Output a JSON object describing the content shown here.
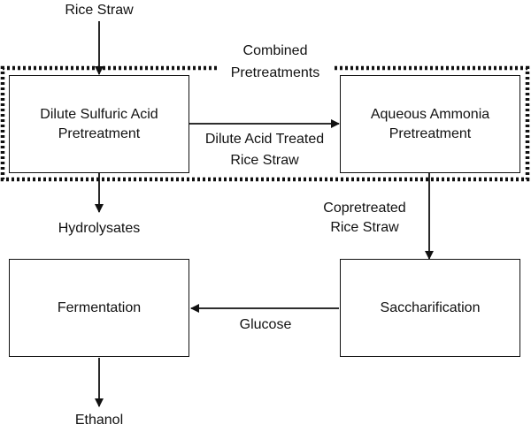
{
  "diagram": {
    "input_label": "Rice Straw",
    "group_label_line1": "Combined",
    "group_label_line2": "Pretreatments",
    "box_dilute_acid_line1": "Dilute Sulfuric Acid",
    "box_dilute_acid_line2": "Pretreatment",
    "box_ammonia_line1": "Aqueous Ammonia",
    "box_ammonia_line2": "Pretreatment",
    "edge_acid_treated_line1": "Dilute Acid Treated",
    "edge_acid_treated_line2": "Rice Straw",
    "hydrolysates_label": "Hydrolysates",
    "copretreated_line1": "Copretreated",
    "copretreated_line2": "Rice Straw",
    "box_saccharification": "Saccharification",
    "box_fermentation": "Fermentation",
    "edge_glucose": "Glucose",
    "output_label": "Ethanol"
  }
}
